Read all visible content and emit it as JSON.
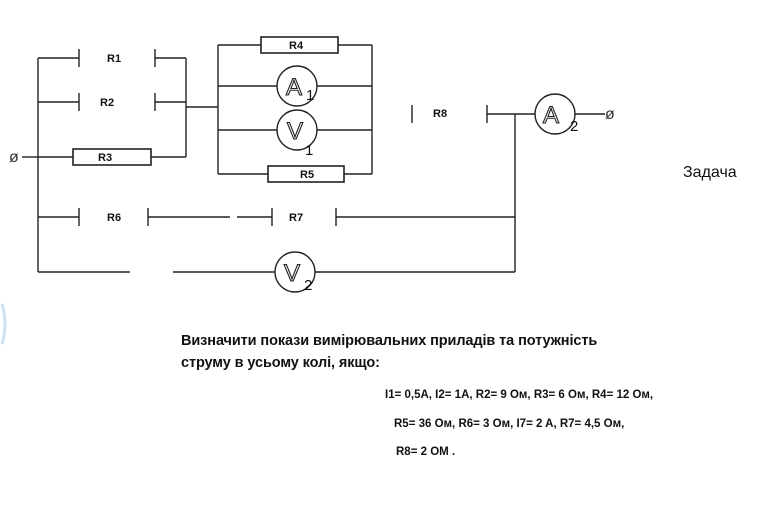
{
  "resistors": {
    "r1": "R1",
    "r2": "R2",
    "r3": "R3",
    "r4": "R4",
    "r5": "R5",
    "r6": "R6",
    "r7": "R7",
    "r8": "R8"
  },
  "meters": {
    "a1": {
      "letter": "A",
      "sub": "1"
    },
    "v1": {
      "letter": "V",
      "sub": "1"
    },
    "a2": {
      "letter": "A",
      "sub": "2"
    },
    "v2": {
      "letter": "V",
      "sub": "2"
    }
  },
  "terminal_symbol": "ø",
  "title": "Задача",
  "statement": {
    "line1": "Визначити покази вимірювальних приладів та потужність",
    "line2": "струму в усьому колі, якщо:"
  },
  "given": {
    "line1": "I1= 0,5A, I2= 1A, R2= 9 Ом, R3= 6 Ом, R4= 12 Ом,",
    "line2": "R5= 36 Ом, R6= 3 Ом, I7= 2 A, R7= 4,5 Ом,",
    "line3": "R8= 2 ОМ ."
  }
}
